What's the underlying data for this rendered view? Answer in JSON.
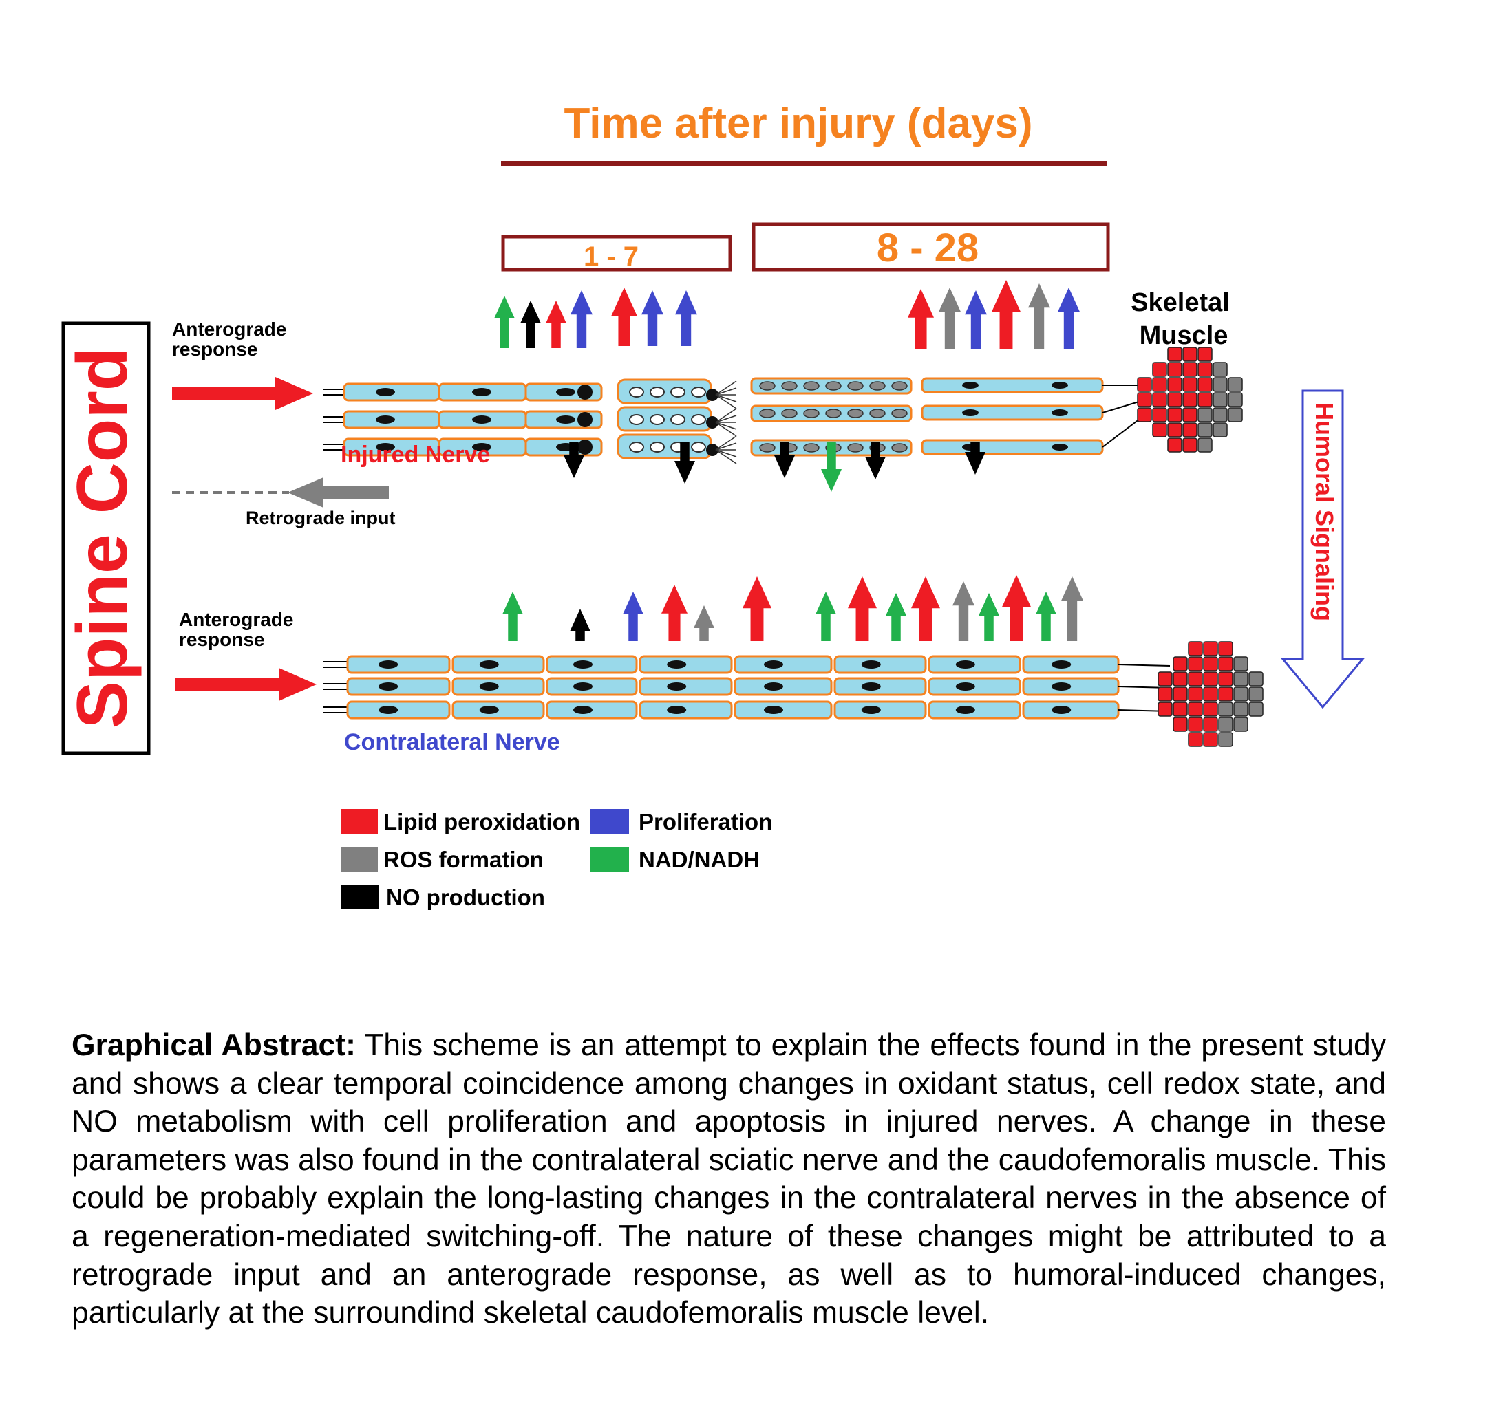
{
  "title": "Time after injury (days)",
  "period_early": "1 - 7",
  "period_late": "8 - 28",
  "left_label": "Spine Cord",
  "anterograde_top": [
    "Anterograde",
    "response"
  ],
  "anterograde_bottom": [
    "Anterograde",
    "response"
  ],
  "retrograde": "Retrograde input",
  "injured_nerve": "Injured Nerve",
  "contralateral_nerve": "Contralateral Nerve",
  "muscle": [
    "Skeletal",
    "Muscle"
  ],
  "humoral": "Humoral Signaling",
  "colors": {
    "title": "#F58220",
    "title_rule": "#8B1A1A",
    "lipid": "#EE1C24",
    "ros": "#808080",
    "no": "#000000",
    "proliferation": "#3F48CC",
    "nad": "#22B14C",
    "nerve_fill": "#99D9EA",
    "nerve_border": "#F58220",
    "injured_label": "#EE1C24",
    "contra_label": "#3F48CC",
    "humoral_arrow": "#3F48CC",
    "humoral_text": "#EE1C24"
  },
  "legend": [
    {
      "label": "Lipid peroxidation",
      "color": "#EE1C24"
    },
    {
      "label": "Proliferation",
      "color": "#3F48CC"
    },
    {
      "label": "ROS formation",
      "color": "#808080"
    },
    {
      "label": "NAD/NADH",
      "color": "#22B14C"
    },
    {
      "label": "NO production",
      "color": "#000000"
    }
  ],
  "caption": {
    "lead": "Graphical Abstract:",
    "text": " This scheme is an attempt to explain the effects found in the present study and shows a clear temporal coincidence among changes in oxidant status, cell redox state, and NO metabolism with cell proliferation and apoptosis in injured nerves. A change in these parameters was also found in the contralateral sciatic nerve and the caudofemoralis muscle. This could be probably explain the long-lasting changes in the contralateral nerves in the absence of a regeneration-mediated switching-off. The nature of these changes might be attributed to a retrograde input and an anterograde response, as well as to humoral-induced changes, particularly at the surroundind skeletal caudofemoralis muscle level."
  }
}
